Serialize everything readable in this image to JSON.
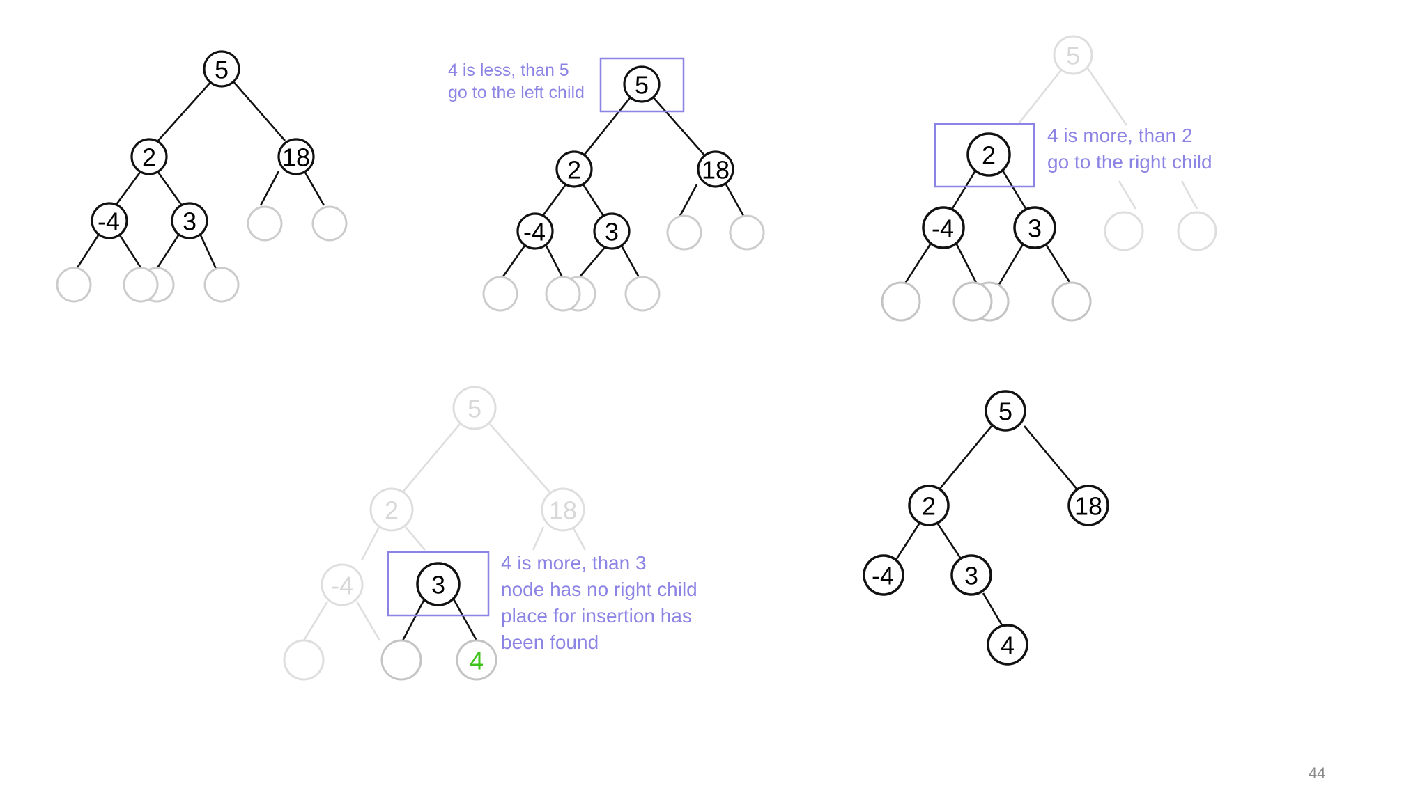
{
  "colors": {
    "edge": "#111111",
    "faded": "#d4d4d4",
    "faded_text": "#c4c4c4",
    "highlight": "#8c84e4",
    "note": "#8c84e4",
    "inserted": "#3fc21a"
  },
  "panel1": {
    "root": "5",
    "left": "2",
    "right": "18",
    "left_left": "-4",
    "left_right": "3"
  },
  "panel2": {
    "root": "5",
    "left": "2",
    "right": "18",
    "left_left": "-4",
    "left_right": "3",
    "note": [
      "4 is less, than 5",
      "go to the left child"
    ]
  },
  "panel3": {
    "root": "5",
    "left": "2",
    "left_left": "-4",
    "left_right": "3",
    "note": [
      "4 is more, than 2",
      "go to the right child"
    ]
  },
  "panel4": {
    "root": "5",
    "left": "2",
    "right": "18",
    "left_left": "-4",
    "current": "3",
    "inserted": "4",
    "note": [
      "4 is more, than 3",
      "node has no right child",
      "place for insertion has",
      "been found"
    ]
  },
  "panel5": {
    "root": "5",
    "left": "2",
    "right": "18",
    "left_left": "-4",
    "left_right": "3",
    "inserted": "4"
  },
  "page_number": "44"
}
